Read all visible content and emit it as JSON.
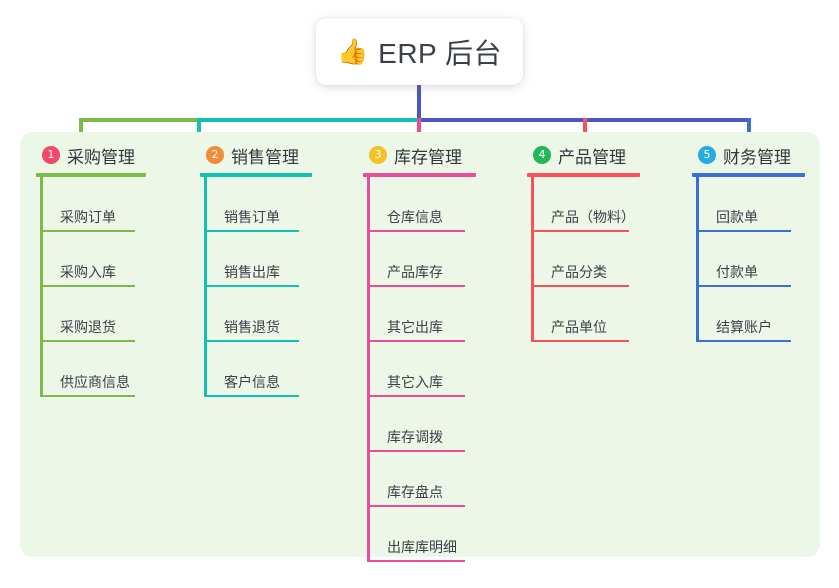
{
  "root": {
    "icon": "thumbs-up-icon",
    "emoji": "👍",
    "title": "ERP 后台"
  },
  "theme": {
    "panel_bg": "#edf7e7",
    "page_bg": "#ffffff",
    "stem_color": "#4b55c4",
    "text_color": "#3c4049"
  },
  "branches": [
    {
      "number": "1",
      "title": "采购管理",
      "line_color": "#7cbb4a",
      "badge_color": "#f2496b",
      "items": [
        {
          "label": "采购订单"
        },
        {
          "label": "采购入库"
        },
        {
          "label": "采购退货"
        },
        {
          "label": "供应商信息"
        }
      ]
    },
    {
      "number": "2",
      "title": "销售管理",
      "line_color": "#14c0b4",
      "badge_color": "#f08c3a",
      "items": [
        {
          "label": "销售订单"
        },
        {
          "label": "销售出库"
        },
        {
          "label": "销售退货"
        },
        {
          "label": "客户信息"
        }
      ]
    },
    {
      "number": "3",
      "title": "库存管理",
      "line_color": "#ea4c99",
      "badge_color": "#f5c028",
      "items": [
        {
          "label": "仓库信息"
        },
        {
          "label": "产品库存"
        },
        {
          "label": "其它出库"
        },
        {
          "label": "其它入库"
        },
        {
          "label": "库存调拨"
        },
        {
          "label": "库存盘点"
        },
        {
          "label": "出库库明细"
        }
      ]
    },
    {
      "number": "4",
      "title": "产品管理",
      "line_color": "#f9505a",
      "badge_color": "#22b55a",
      "items": [
        {
          "label": "产品（物料）"
        },
        {
          "label": "产品分类"
        },
        {
          "label": "产品单位"
        }
      ]
    },
    {
      "number": "5",
      "title": "财务管理",
      "line_color": "#3b6fd4",
      "badge_color": "#29aae1",
      "items": [
        {
          "label": "回款单"
        },
        {
          "label": "付款单"
        },
        {
          "label": "结算账户"
        }
      ]
    }
  ]
}
